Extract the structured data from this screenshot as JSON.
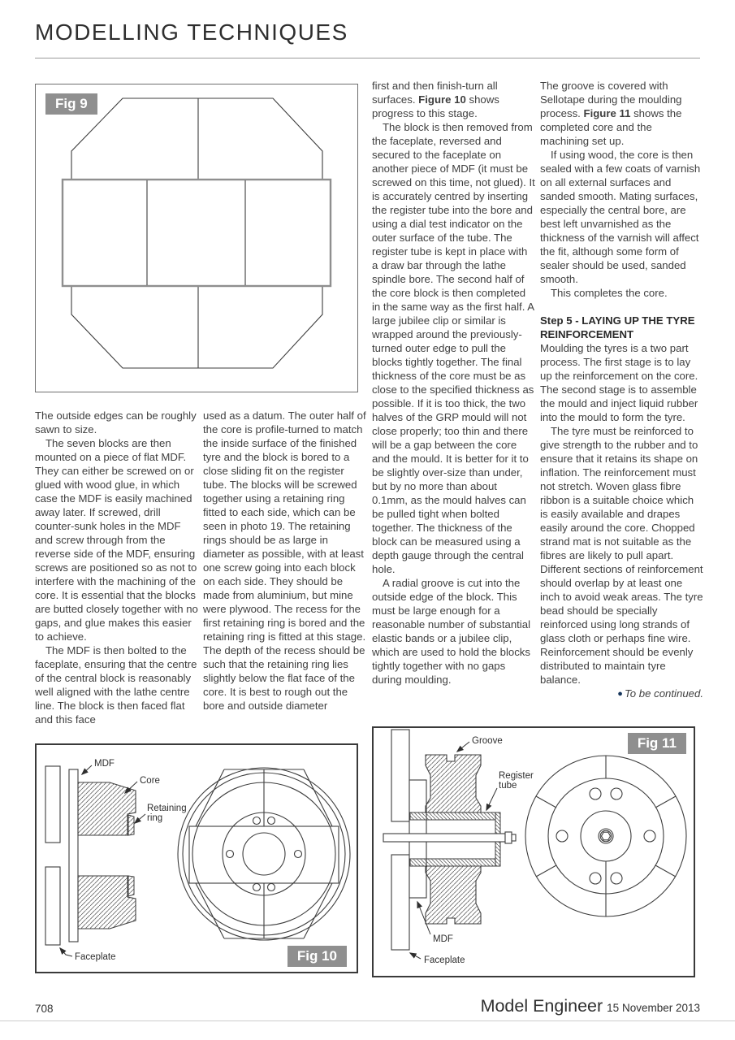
{
  "header": {
    "title": "MODELLING TECHNIQUES"
  },
  "footer": {
    "page_number": "708",
    "magazine_name": "Model Engineer",
    "issue_date": "15 November 2013"
  },
  "colors": {
    "fig_label_bg": "#8f8f8f",
    "continued_bullet": "#16365c"
  },
  "figures": {
    "fig9": {
      "label": "Fig 9"
    },
    "fig10": {
      "label": "Fig 10",
      "labels": {
        "mdf": "MDF",
        "core": "Core",
        "retaining_line1": "Retaining",
        "retaining_line2": "ring",
        "faceplate": "Faceplate"
      }
    },
    "fig11": {
      "label": "Fig 11",
      "labels": {
        "groove": "Groove",
        "register_line1": "Register",
        "register_line2": "tube",
        "mdf": "MDF",
        "faceplate": "Faceplate"
      }
    }
  },
  "article": {
    "col1": {
      "p1": "The outside edges can be roughly sawn to size.",
      "p2": "The seven blocks are then mounted on a piece of flat MDF. They can either be screwed on or glued with wood glue, in which case the MDF is easily machined away later. If screwed, drill counter-sunk holes in the MDF and screw through from the reverse side of the MDF, ensuring screws are positioned so as not to interfere with the machining of the core. It is essential that the blocks are butted closely together with no gaps, and glue makes this easier to achieve.",
      "p3": "The MDF is then bolted to the faceplate, ensuring that the centre of the central block is reasonably well aligned with the lathe centre line. The block is then faced flat and this face"
    },
    "col2": {
      "p1": "used as a datum. The outer half of the core is profile-turned to match the inside surface of the finished tyre and the block is bored to a close sliding fit on the register tube. The blocks will be screwed together using a retaining ring fitted to each side, which can be seen in photo 19. The retaining rings should be as large in diameter as possible, with at least one screw going into each block on each side. They should be made from aluminium, but mine were plywood. The recess for the first retaining ring is bored and the retaining ring is fitted at this stage. The depth of the recess should be such that the retaining ring lies slightly below the flat face of the core. It is best to rough out the bore and outside diameter"
    },
    "col3": {
      "p1a": "first and then finish-turn all surfaces. ",
      "p1_bold": "Figure 10",
      "p1b": " shows progress to this stage.",
      "p2": "The block is then removed from the faceplate, reversed and secured to the faceplate on another piece of MDF (it must be screwed on this time, not glued). It is accurately centred by inserting the register tube into the bore and using a dial test indicator on the outer surface of the tube. The register tube is kept in place with a draw bar through the lathe spindle bore. The second half of the core block is then completed in the same way as the first half. A large jubilee clip or similar is wrapped around the previously-turned outer edge to pull the blocks tightly together. The final thickness of the core must be as close to the specified thickness as possible. If it is too thick, the two halves of the GRP mould will not close properly; too thin and there will be a gap between the core and the mould. It is better for it to be slightly over-size than under, but by no more than about 0.1mm, as the mould halves can be pulled tight when bolted together. The thickness of the block can be measured using a depth gauge through the central hole.",
      "p3": "A radial groove is cut into the outside edge of the block. This must be large enough for a reasonable number of substantial elastic bands or a jubilee clip, which are used to hold the blocks tightly together with no gaps during moulding."
    },
    "col4": {
      "p1a": "The groove is covered with Sellotape during the moulding process. ",
      "p1_bold": "Figure 11",
      "p1b": " shows the completed core and the machining set up.",
      "p2": "If using wood, the core is then sealed with a few coats of varnish on all external surfaces and sanded smooth. Mating surfaces, especially the central bore, are best left unvarnished as the thickness of the varnish will affect the fit, although some form of sealer should be used, sanded smooth.",
      "p3": "This completes the core.",
      "heading": "Step 5 - LAYING UP THE TYRE REINFORCEMENT",
      "p4": "Moulding the tyres is a two part process. The first stage is to lay up the reinforcement on the core. The second stage is to assemble the mould and inject liquid rubber into the mould to form the tyre.",
      "p5": "The tyre must be reinforced to give strength to the rubber and to ensure that it retains its shape on inflation. The reinforcement must not stretch. Woven glass fibre ribbon is a suitable choice which is easily available and drapes easily around the core. Chopped strand mat is not suitable as the fibres are likely to pull apart. Different sections of reinforcement should overlap by at least one inch to avoid weak areas. The tyre bead should be specially reinforced using long strands of glass cloth or perhaps fine wire. Reinforcement should be evenly distributed to maintain tyre balance.",
      "continued_bullet": "●",
      "continued_text": "To be continued."
    }
  }
}
